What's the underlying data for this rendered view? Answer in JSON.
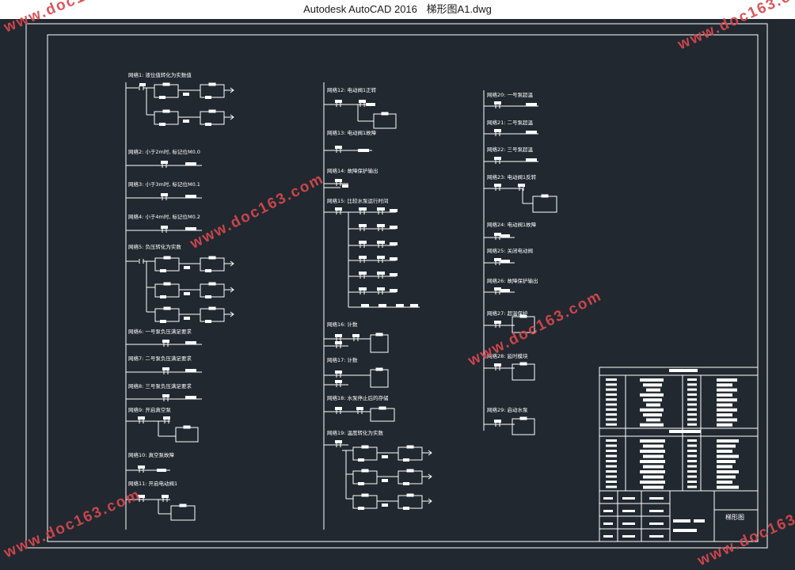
{
  "window": {
    "app_title": "Autodesk AutoCAD 2016",
    "file_name": "梯形图A1.dwg"
  },
  "colors": {
    "background": "#212830",
    "line": "#ffffff",
    "watermark": "#d8484f"
  },
  "watermark_text": "www.doc163.com",
  "title_block": {
    "drawing_name": "梯形图"
  },
  "networks": [
    {
      "label": "网络1: 液位值转化为实数值"
    },
    {
      "label": "网络2: 小于2m时, 标记位M0.0"
    },
    {
      "label": "网络3: 小于3m时, 标记位M0.1"
    },
    {
      "label": "网络4: 小于4m时, 标记位M0.2"
    },
    {
      "label": "网络5: 负压转化为实数"
    },
    {
      "label": "网络6: 一号泵负压满足要求"
    },
    {
      "label": "网络7: 二号泵负压满足要求"
    },
    {
      "label": "网络8: 三号泵负压满足要求"
    },
    {
      "label": "网络9: 开启真空泵"
    },
    {
      "label": "网络10: 真空泵故障"
    },
    {
      "label": "网络11: 开启电动阀1"
    },
    {
      "label": "网络12: 电动阀1正转"
    },
    {
      "label": "网络13: 电动阀1故障"
    },
    {
      "label": "网络14: 故障保护输出"
    },
    {
      "label": "网络15: 比较水泵运行时间"
    },
    {
      "label": "网络16: 计数"
    },
    {
      "label": "网络17: 计数"
    },
    {
      "label": "网络18: 水泵停止后的存储"
    },
    {
      "label": "网络19: 温度转化为实数"
    },
    {
      "label": "网络20: 一号泵超温"
    },
    {
      "label": "网络21: 二号泵超温"
    },
    {
      "label": "网络22: 三号泵超温"
    },
    {
      "label": "网络23: 电动阀1反转"
    },
    {
      "label": "网络24: 电动阀1故障"
    },
    {
      "label": "网络25: 关闭电动阀"
    },
    {
      "label": "网络26: 故障保护输出"
    },
    {
      "label": "网络27: 超温保护"
    },
    {
      "label": "网络28: 延时模块"
    },
    {
      "label": "网络29: 启动水泵"
    }
  ]
}
